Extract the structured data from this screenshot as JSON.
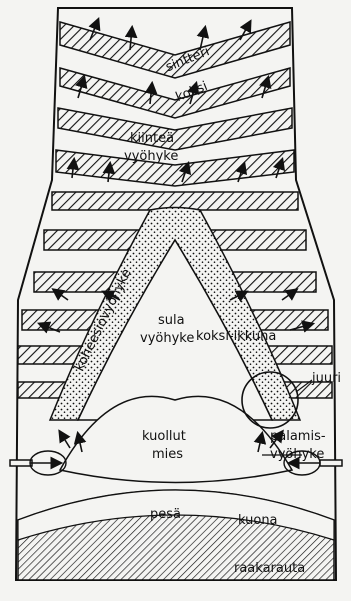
{
  "colors": {
    "paper": "#f4f4f2",
    "ink": "#111111"
  },
  "labels": {
    "sintteri": "sintteri",
    "koksi": "koksi",
    "kiintea_1": "kiinteä",
    "kiintea_2": "vyöhyke",
    "koheesio": "koheesiovyöhyke",
    "sula_1": "sula",
    "sula_2": "vyöhyke",
    "koksi_ikkuna": "koksi-ikkuna",
    "juuri": "juuri",
    "kuollut_1": "kuollut",
    "kuollut_2": "mies",
    "palamis_1": "palamis-",
    "palamis_2": "vyöhyke",
    "pesa": "pesä",
    "kuona": "kuona",
    "raakarauta": "raakarauta"
  }
}
